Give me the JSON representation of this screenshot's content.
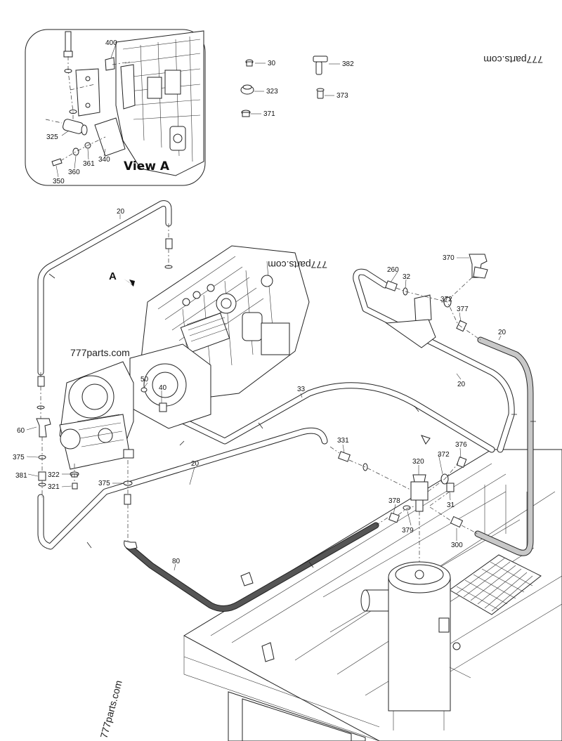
{
  "inset": {
    "title": "View A",
    "labels": {
      "p400": "400",
      "p325": "325",
      "p360": "360",
      "p361": "361",
      "p340": "340",
      "p350": "350"
    }
  },
  "legend": {
    "labels": {
      "p30": "30",
      "p323": "323",
      "p371": "371",
      "p382": "382",
      "p373": "373"
    }
  },
  "watermarks": {
    "top_right": "777parts.com",
    "engine_top": "777parts.com",
    "engine_left": "777parts.com",
    "bottom_left": "777parts.com"
  },
  "view_marker": "A",
  "main": {
    "labels": {
      "hose20_top": "20",
      "hose20_right": "20",
      "hose20_mid": "20",
      "hose20_left": "20",
      "hose33": "33",
      "hose80": "80",
      "p260": "260",
      "p32": "32",
      "p370": "370",
      "p372a": "372",
      "p377": "377",
      "p50": "50",
      "p40": "40",
      "p60": "60",
      "p375a": "375",
      "p381": "381",
      "p322": "322",
      "p321": "321",
      "p375b": "375",
      "p331": "331",
      "p320": "320",
      "p372b": "372",
      "p376": "376",
      "p378": "378",
      "p379": "379",
      "p31": "31",
      "p300": "300"
    }
  }
}
